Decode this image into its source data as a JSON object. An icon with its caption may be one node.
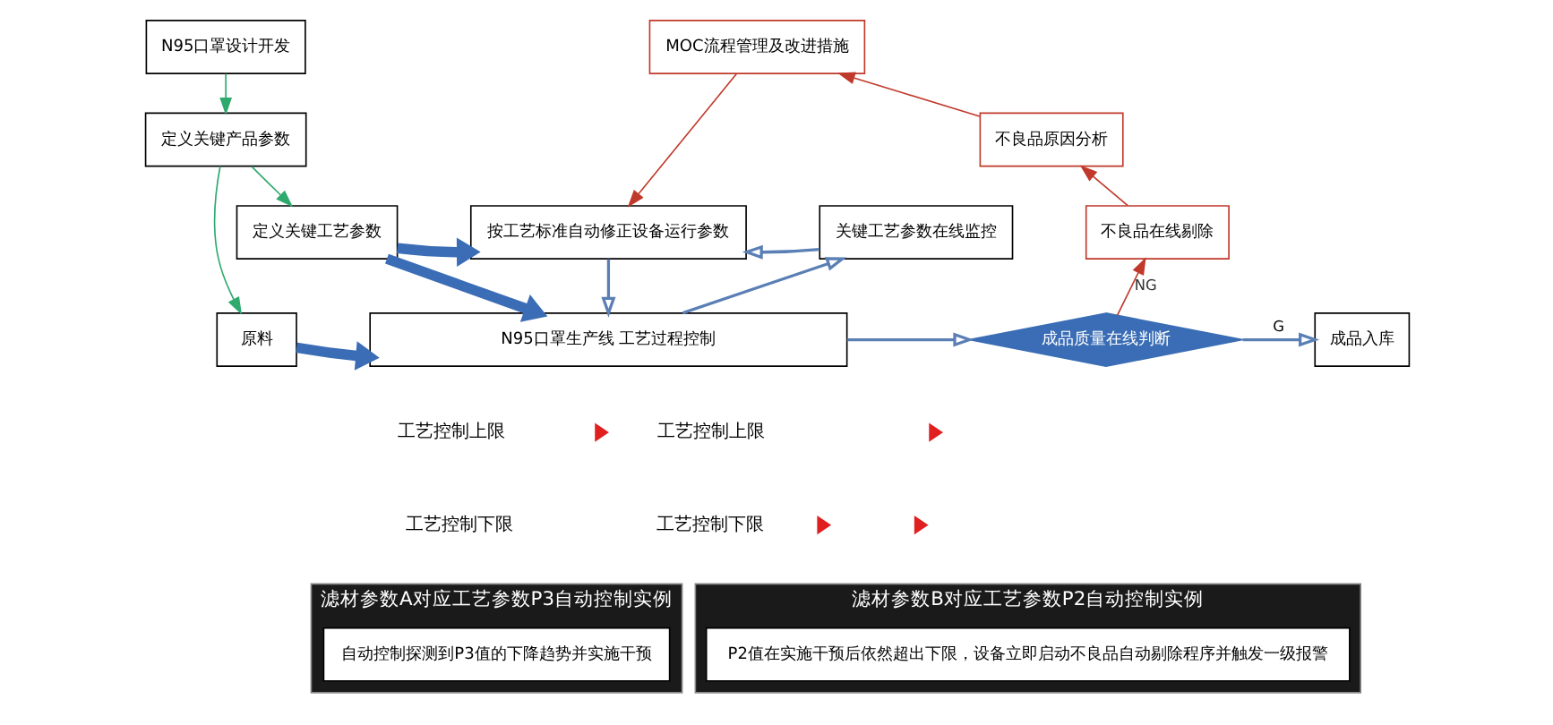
{
  "diagram": {
    "nodes": [
      {
        "text": [
          "N95口罩设计开发"
        ]
      },
      {
        "text": [
          "定义关键产品参数"
        ]
      },
      {
        "text": [
          "定义关键工艺参数"
        ]
      },
      {
        "text": [
          "原料"
        ]
      },
      {
        "text": [
          "N95口罩生产线 工艺过程控制"
        ]
      },
      {
        "text": [
          "按工艺标准自动修正设备运行参数"
        ]
      },
      {
        "text": [
          "关键工艺参数在线监控"
        ]
      },
      {
        "text": [
          "MOC流程管理及改进措施"
        ]
      },
      {
        "text": [
          "不良品原因分析"
        ]
      },
      {
        "text": [
          "不良品在线剔除"
        ]
      },
      {
        "text": [
          "成品质量在线判断"
        ]
      },
      {
        "text": [
          "成品入库"
        ]
      },
      {
        "text": [
          "滤材参数A对应工艺参数P3自动控制实例"
        ]
      },
      {
        "text": [
          "自动控制探测到P3值的下降趋势并实施干预"
        ],
        "in": 12
      },
      {
        "text": [
          "滤材参数B对应工艺参数P2自动控制实例"
        ]
      },
      {
        "text": [
          "P2值在实施干预后依然超出下限，设备立即启动不良品自动剔除程序并触发一级报警"
        ],
        "in": 14
      }
    ],
    "edges": [
      {
        "from": 0,
        "to": 1,
        "arrow": "to",
        "color": "#2eaa6e"
      },
      {
        "from": 1,
        "to": 2,
        "arrow": "to",
        "color": "#2eaa6e"
      },
      {
        "from": 1,
        "to": 3,
        "arrow": "to",
        "color": "#2eaa6e"
      },
      {
        "from": 2,
        "to": 5,
        "arrow": "to",
        "style": "thick",
        "color": "#3a6db5"
      },
      {
        "from": 2,
        "to": 4,
        "arrow": "to",
        "style": "thick",
        "color": "#3a6db5"
      },
      {
        "from": 3,
        "to": 4,
        "arrow": "to",
        "style": "thick",
        "color": "#3a6db5"
      },
      {
        "from": 5,
        "to": 4,
        "arrow": "to"
      },
      {
        "from": 6,
        "to": 5,
        "arrow": "to"
      },
      {
        "from": 4,
        "to": 6,
        "arrow": "to"
      },
      {
        "from": 4,
        "to": 10,
        "arrow": "to"
      },
      {
        "from": 10,
        "to": 11,
        "arrow": "to",
        "label": "G"
      },
      {
        "from": 10,
        "to": 9,
        "arrow": "to",
        "label": "NG",
        "color": "#c0392b"
      },
      {
        "from": 9,
        "to": 8,
        "arrow": "to",
        "color": "#c0392b"
      },
      {
        "from": 8,
        "to": 7,
        "arrow": "to",
        "color": "#c0392b"
      },
      {
        "from": 7,
        "to": 5,
        "arrow": "to",
        "color": "#c0392b"
      }
    ],
    "labels": [
      "工艺控制上限",
      "工艺控制下限",
      "工艺控制上限",
      "工艺控制下限"
    ]
  }
}
